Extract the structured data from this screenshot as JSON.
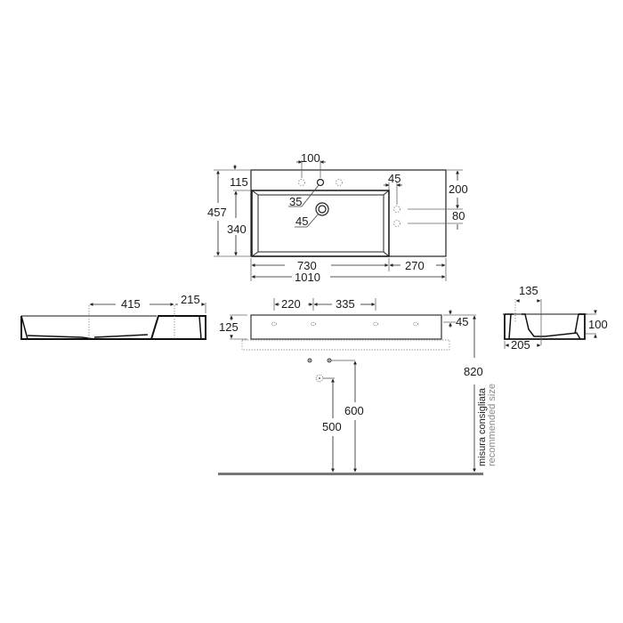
{
  "drawing": {
    "units": "mm",
    "top_view": {
      "overall_width": "1010",
      "basin_width": "730",
      "deck_width": "270",
      "overall_depth": "457",
      "basin_depth": "340",
      "back_deck_depth": "115",
      "tap_hole_spacing": "100",
      "tap_hole_diameter": "35",
      "drain_diameter": "45",
      "side_hole_offset": "45",
      "side_hole_from_back": "200",
      "side_hole_spacing": "80"
    },
    "side_view_left": {
      "drain_center": "415",
      "deck_part": "215"
    },
    "front_view": {
      "height": "125",
      "bracket_spacing_1": "220",
      "bracket_spacing_2": "335",
      "rim_height": "45"
    },
    "side_view_right": {
      "bowl_offset": "135",
      "bowl_depth": "100",
      "drain_depth": "205"
    },
    "installation": {
      "rim_height_from_floor": "820",
      "supply_height": "600",
      "drain_height": "500",
      "note_it": "misura consigliata",
      "note_en": "recommended size"
    }
  }
}
